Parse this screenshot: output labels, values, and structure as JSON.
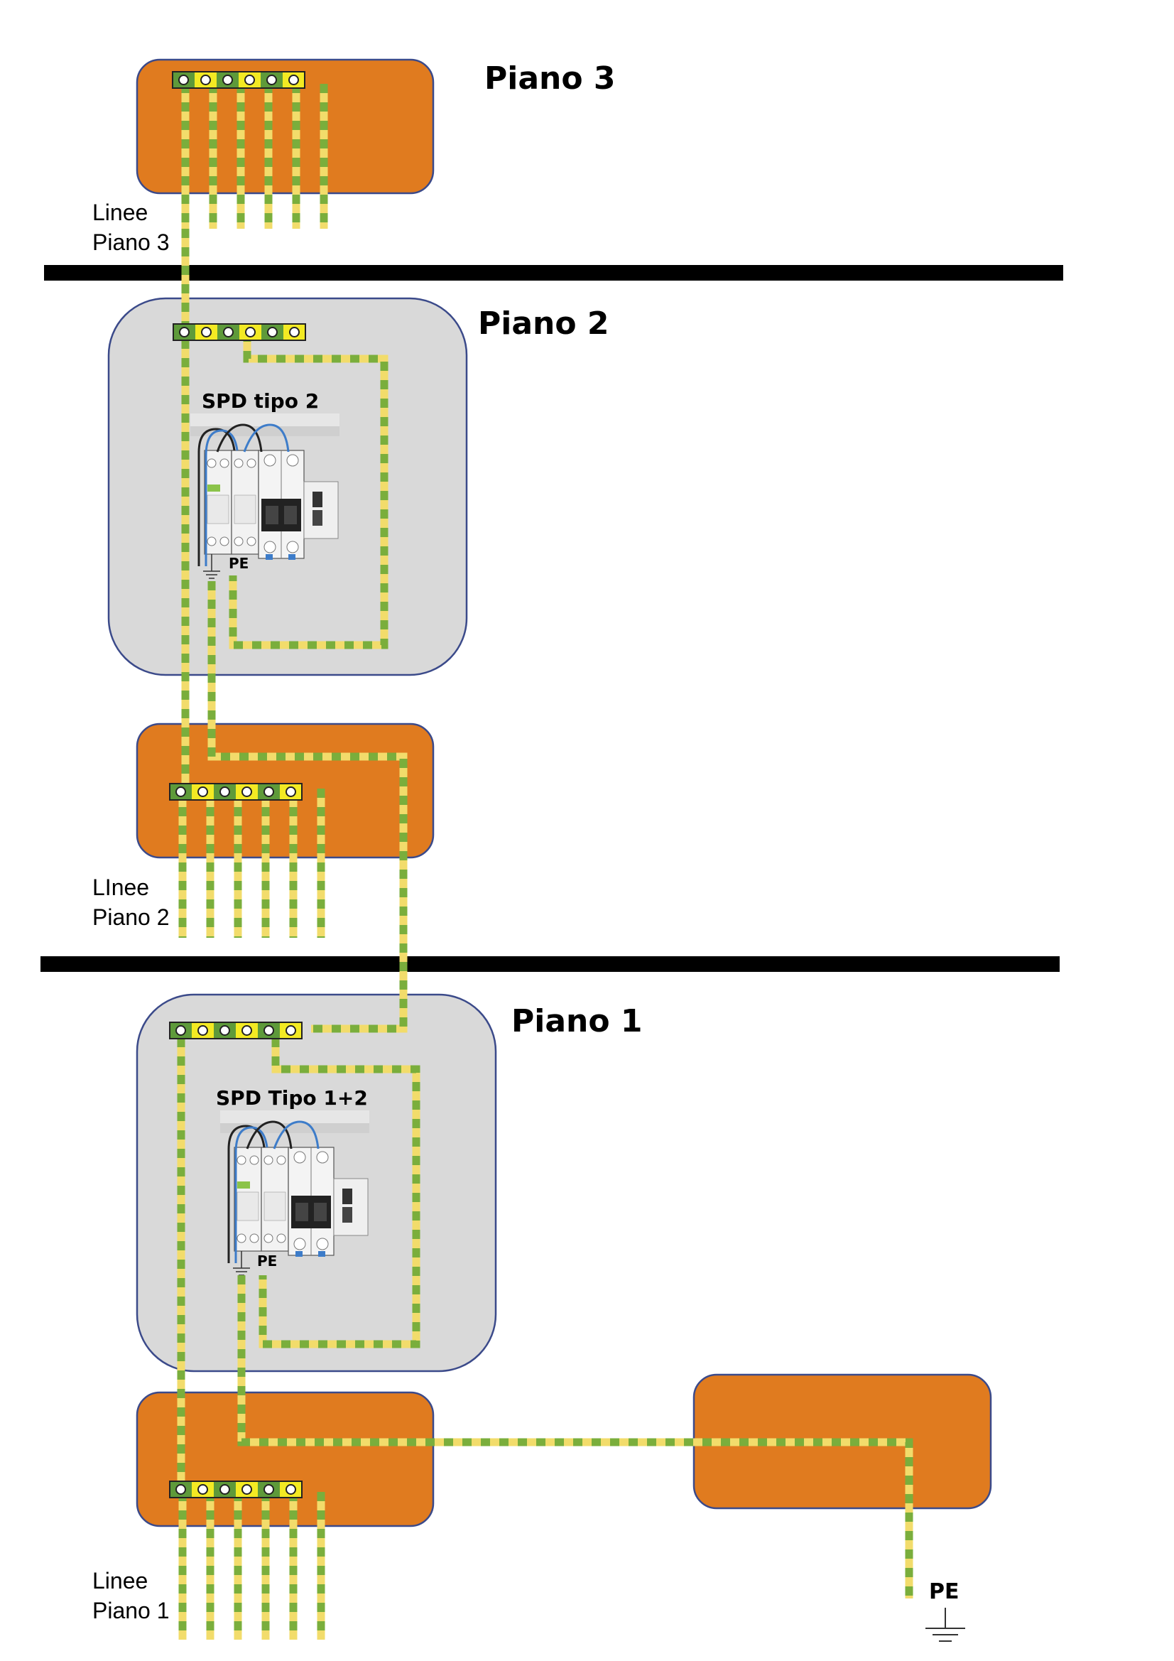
{
  "colors": {
    "orange_box": "#E07B1F",
    "orange_border": "#3B4A8A",
    "panel_gray": "#D9D9D9",
    "pe_green": "#7AAE3C",
    "pe_yellow": "#F2DC6B",
    "bar_green": "#5E9A3A",
    "bar_yellow": "#F3EA23",
    "floor_slab": "#000000",
    "wire_blue": "#3D7CC9",
    "wire_black": "#222222"
  },
  "floors": {
    "piano3": {
      "title": "Piano 3",
      "lines_label_1": "Linee",
      "lines_label_2": "Piano 3"
    },
    "piano2": {
      "title": "Piano 2",
      "lines_label_1": "LInee",
      "lines_label_2": "Piano 2",
      "spd_label": "SPD tipo 2",
      "spd_pe": "PE"
    },
    "piano1": {
      "title": "Piano 1",
      "lines_label_1": "Linee",
      "lines_label_2": "Piano 1",
      "spd_label": "SPD Tipo 1+2",
      "spd_pe": "PE"
    }
  },
  "earth": {
    "label": "PE",
    "icon": "ground-symbol-icon"
  }
}
